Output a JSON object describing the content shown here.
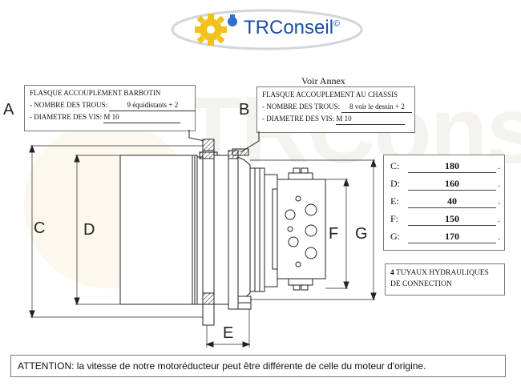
{
  "brand": {
    "name": "TRConseil",
    "mark": "©",
    "watermark": "TRConseil©"
  },
  "annex": {
    "title": "Voir Annex"
  },
  "callout_a": {
    "letter": "A",
    "title": "FLASQUE ACCOUPLEMENT BARBOTIN",
    "holes_label": "- NOMBRE DES TROUS:",
    "holes_value": "9 équidistants + 2",
    "screw_label": "- DIAMETRE DES VIS:",
    "screw_value": "M 10"
  },
  "callout_b": {
    "letter": "B",
    "title": "FLASQUE ACCOUPLEMENT AU CHASSIS",
    "holes_label": "- NOMBRE DES TROUS:",
    "holes_value": "8 voir le dessin + 2",
    "screw_label": "- DIAMETRE DES VIS:",
    "screw_value": "M 10"
  },
  "dims": [
    {
      "key": "C:",
      "value": "180",
      "end": "."
    },
    {
      "key": "D:",
      "value": "160",
      "end": "."
    },
    {
      "key": "E:",
      "value": "40",
      "end": "."
    },
    {
      "key": "F:",
      "value": "150",
      "end": "."
    },
    {
      "key": "G:",
      "value": "170",
      "end": "."
    }
  ],
  "drawing_labels": {
    "c": "C",
    "d": "D",
    "e": "E",
    "f": "F",
    "g": "G"
  },
  "hoses": {
    "count": "4",
    "line1": "TUYAUX HYDRAULIQUES",
    "line2": "DE CONNECTION"
  },
  "warning": "ATTENTION: la vitesse de notre motoréducteur peut être différente de celle du moteur d'origine.",
  "colors": {
    "logo_yellow": "#f2c21b",
    "logo_blue": "#2f6fd1",
    "line": "#222222"
  }
}
